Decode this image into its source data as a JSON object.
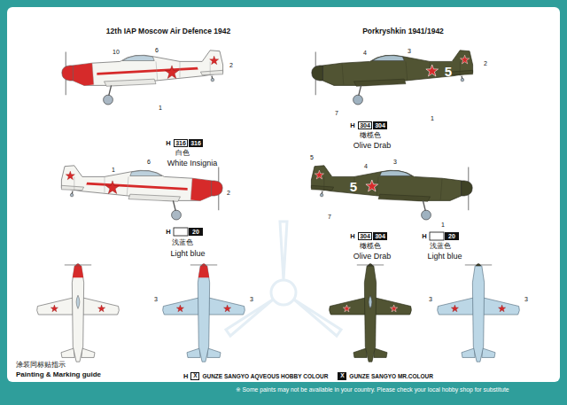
{
  "diagram": {
    "nodes": [
      {
        "text": [
          "316"
        ]
      },
      {
        "text": [
          "316"
        ]
      },
      {
        "text": [
          "304"
        ]
      },
      {
        "text": [
          "304"
        ]
      },
      {
        "text": [
          "20"
        ]
      },
      {
        "text": [
          "304"
        ]
      },
      {
        "text": [
          "304"
        ]
      },
      {
        "text": [
          "20"
        ]
      }
    ],
    "labels": [
      "12th IAP Moscow Air Defence 1942",
      "Porkryshkin 1941/1942",
      "10",
      "6",
      "2",
      "1",
      "4",
      "3",
      "2",
      "7",
      "1",
      "5",
      "H",
      "橄榄色",
      "Olive Drab",
      "H",
      "白色",
      "White Insignia",
      "1",
      "6",
      "2",
      "5",
      "4",
      "3",
      "5",
      "7",
      "1",
      "H",
      "浅蓝色",
      "Light blue",
      "H",
      "橄榄色",
      "Olive Drab",
      "H",
      "浅蓝色",
      "Light blue",
      "3",
      "3",
      "3",
      "3",
      "涂装同标贴指示",
      "Painting & Marking guide",
      "H",
      "X",
      "X",
      "※ Some paints may not be available in your country. Please check your local hobby shop for substitute"
    ],
    "legend": [
      {
        "text": "GUNZE SANGYO AQVEOUS HOBBY COLOUR",
        "color": "#ffffff"
      },
      {
        "text": "GUNZE SANGYO MR.COLOUR",
        "color": "#111111"
      }
    ]
  }
}
